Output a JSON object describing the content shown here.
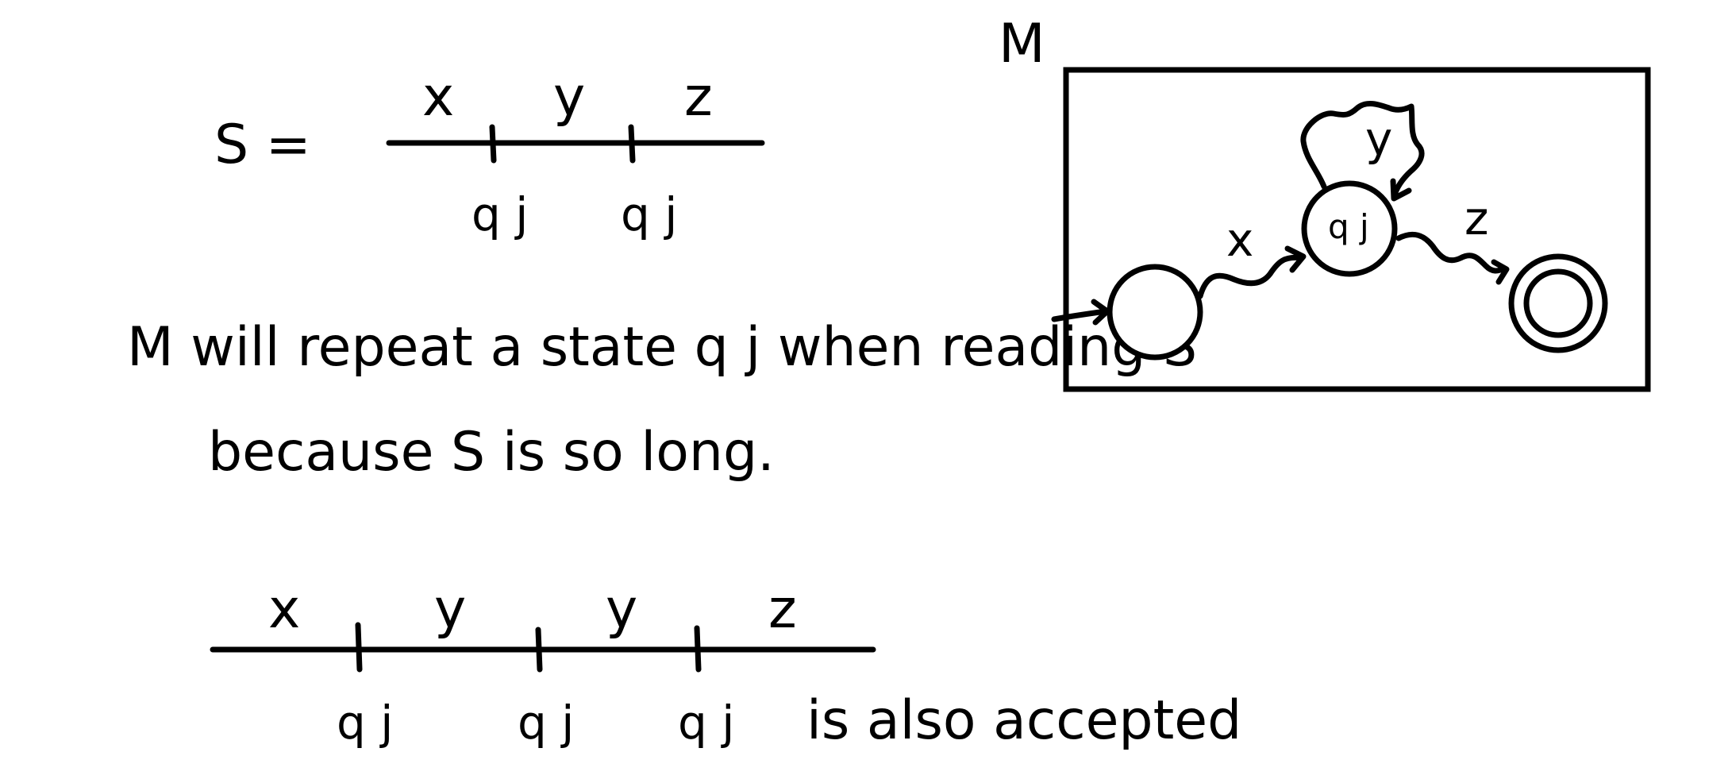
{
  "top_string": {
    "prefix": "S =",
    "segments": [
      "x",
      "y",
      "z"
    ],
    "state_labels": [
      "q j",
      "q j"
    ]
  },
  "explanation": {
    "line1": "M will repeat a state q j when reading S",
    "line2": "because S is so long."
  },
  "bottom_string": {
    "segments": [
      "x",
      "y",
      "y",
      "z"
    ],
    "state_labels": [
      "q j",
      "q j",
      "q j"
    ],
    "suffix": "is also accepted"
  },
  "machine": {
    "name": "M",
    "qj_label": "q j",
    "transitions": {
      "into_qj": "x",
      "loop": "y",
      "out_of_qj": "z"
    }
  }
}
